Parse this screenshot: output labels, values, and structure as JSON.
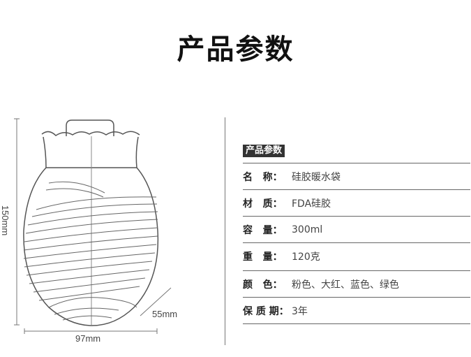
{
  "title": "产品参数",
  "dimensions": {
    "height": "150mm",
    "width": "97mm",
    "depth": "55mm"
  },
  "spec_heading": "产品参数",
  "specs": [
    {
      "key": "名   称：",
      "value": "硅胶暖水袋"
    },
    {
      "key": "材   质：",
      "value": "FDA硅胶"
    },
    {
      "key": "容   量：",
      "value": "300ml"
    },
    {
      "key": "重   量：",
      "value": "120克"
    },
    {
      "key": "颜   色：",
      "value": "粉色、大红、蓝色、绿色"
    },
    {
      "key": "保 质 期：",
      "value": "3年"
    }
  ]
}
